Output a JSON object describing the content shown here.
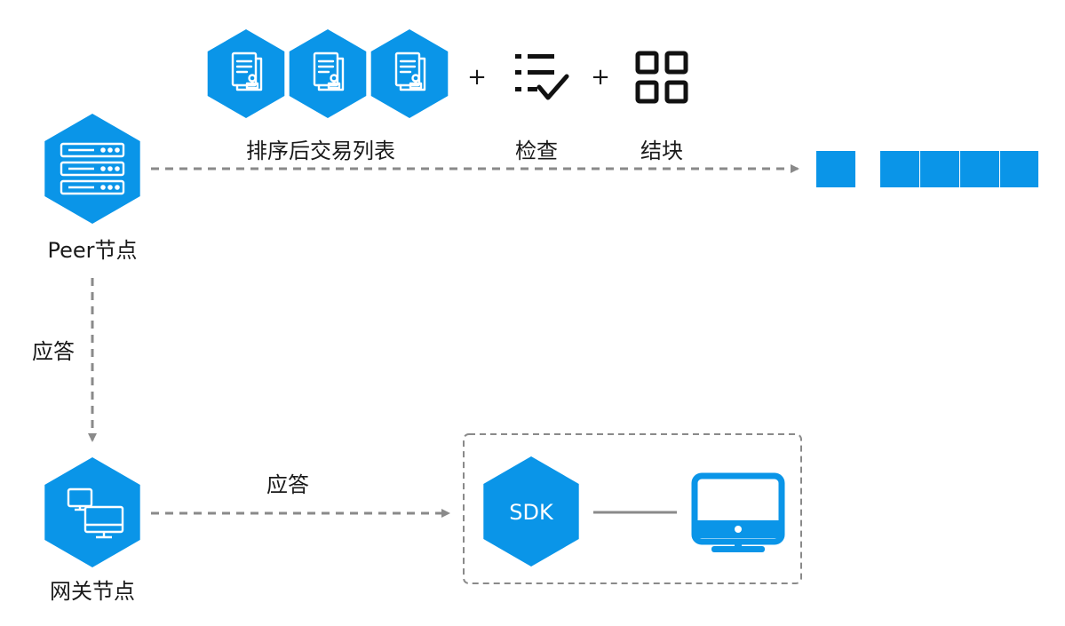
{
  "top": {
    "sorted_list_label": "排序后交易列表",
    "check_label": "检查",
    "block_label": "结块",
    "plus_sign": "+"
  },
  "peer": {
    "label": "Peer节点",
    "icon": "server-icon"
  },
  "response_vertical": {
    "label": "应答"
  },
  "gateway": {
    "label": "网关节点",
    "icon": "monitors-icon"
  },
  "response_horizontal": {
    "label": "应答"
  },
  "sdk": {
    "label": "SDK"
  },
  "client": {
    "icon": "monitor-icon"
  },
  "chain": {
    "icon": "block-icon"
  },
  "colors": {
    "accent": "#0a95e8",
    "line": "#8a8a8a"
  }
}
